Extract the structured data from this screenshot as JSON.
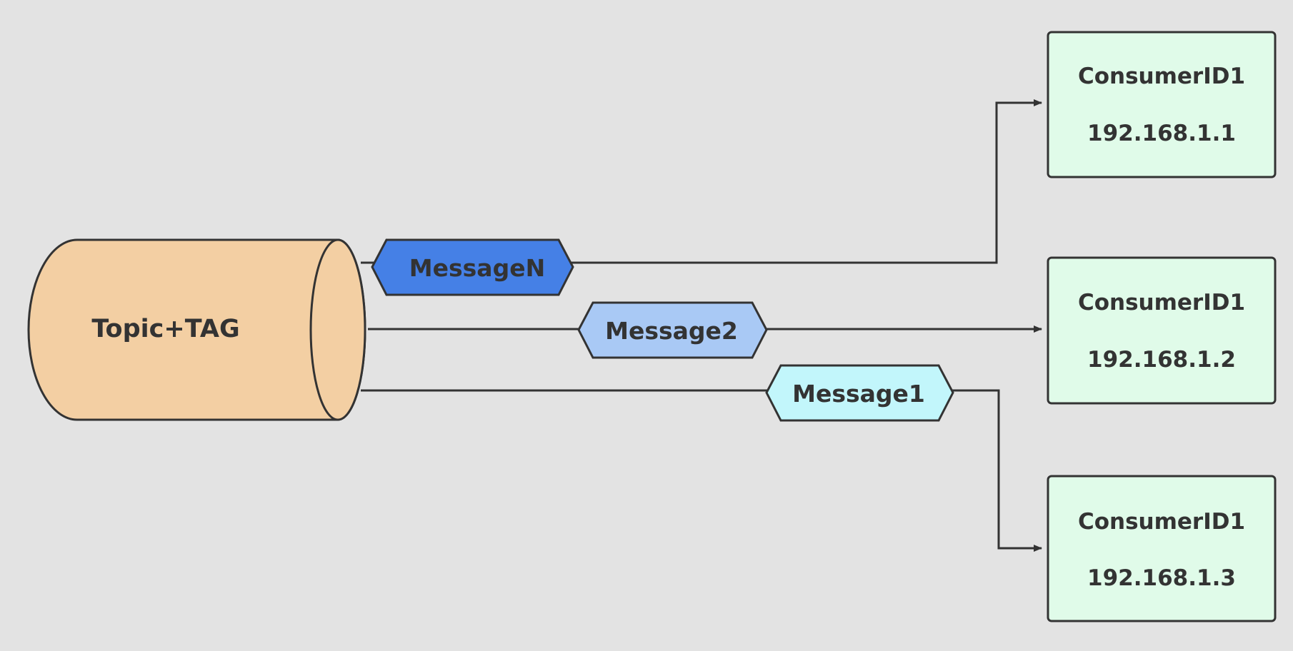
{
  "colors": {
    "background": "#e3e3e3",
    "stroke": "#333333",
    "text": "#333333",
    "cylinder_fill": "#f3cfa3",
    "consumer_fill": "#e0fbe9",
    "messageN_fill": "#4580e6",
    "message2_fill": "#a9c9f5",
    "message1_fill": "#c2f6fb"
  },
  "source": {
    "label": "Topic+TAG",
    "icon": "cylinder-queue-icon"
  },
  "messages": [
    {
      "label": "MessageN",
      "color_key": "messageN_fill"
    },
    {
      "label": "Message2",
      "color_key": "message2_fill"
    },
    {
      "label": "Message1",
      "color_key": "message1_fill"
    }
  ],
  "consumers": [
    {
      "id": "ConsumerID1",
      "ip": "192.168.1.1"
    },
    {
      "id": "ConsumerID1",
      "ip": "192.168.1.2"
    },
    {
      "id": "ConsumerID1",
      "ip": "192.168.1.3"
    }
  ]
}
